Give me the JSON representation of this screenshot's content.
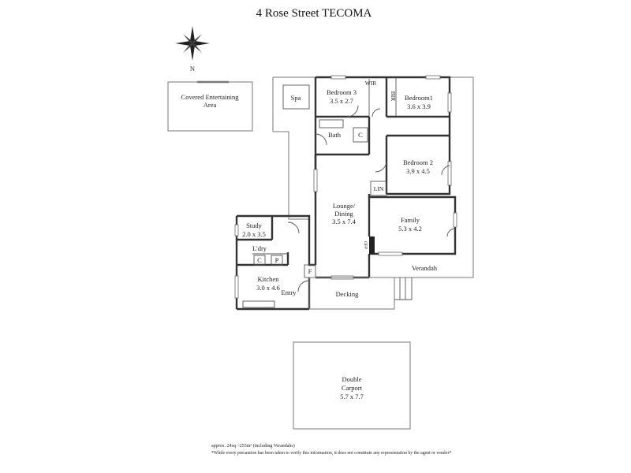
{
  "title": "4 Rose Street TECOMA",
  "compass": {
    "label": "N",
    "icon": "compass-rose-icon"
  },
  "rooms": {
    "covered_entertaining": "Covered Entertaining Area",
    "spa": "Spa",
    "bedroom3": {
      "name": "Bedroom 3",
      "size": "3.5 x 2.7"
    },
    "wir": "WIR",
    "bir": "BIR",
    "bedroom1": {
      "name": "Bedroom1",
      "size": "3.6 x 3.9"
    },
    "bath": "Bath",
    "c_bath": "C",
    "bedroom2": {
      "name": "Bedroom 2",
      "size": "3.9 x 4.5"
    },
    "lin": "LIN",
    "lounge": {
      "name": "Lounge/",
      "name2": "Dining",
      "size": "3.5 x 7.4"
    },
    "family": {
      "name": "Family",
      "size": "5.3 x 4.2"
    },
    "ofp": "OFP",
    "study": {
      "name": "Study",
      "size": "2.0 x 3.5"
    },
    "ldry": "L'dry",
    "c_ldry": "C",
    "p_ldry": "P",
    "f": "F",
    "kitchen": {
      "name": "Kitchen",
      "size": "3.0 x 4.6"
    },
    "entry": "Entry",
    "decking": "Decking",
    "verandah": "Verandah",
    "carport": {
      "name": "Double",
      "name2": "Carport",
      "size": "5.7 x 7.7"
    }
  },
  "footnote": {
    "area": "approx. 24sq ~255m² (including Verandahs)",
    "disclaimer": "*While every precaution has been taken to verify this information, it does not constitute any representation by the agent or vendor*"
  }
}
